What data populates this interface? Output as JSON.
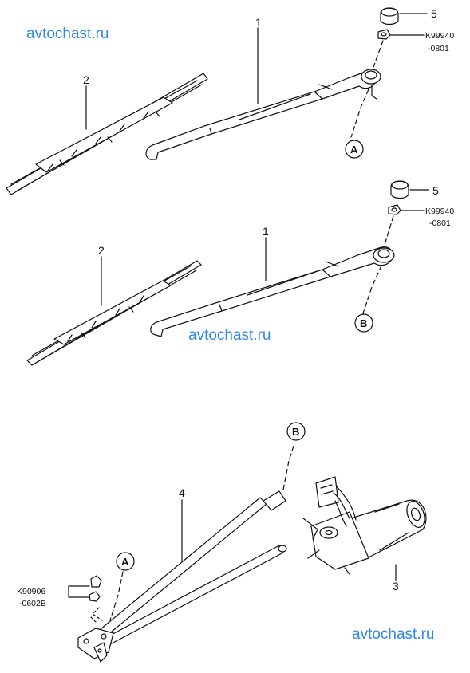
{
  "watermarks": [
    "avtochast.ru",
    "avtochast.ru",
    "avtochast.ru"
  ],
  "callouts": {
    "arm_top": "1",
    "blade_top": "2",
    "cap_top": "5",
    "nut_top_line1": "K99940",
    "nut_top_line2": "-0801",
    "arm_bottom": "1",
    "blade_bottom": "2",
    "cap_bottom": "5",
    "nut_bottom_line1": "K99940",
    "nut_bottom_line2": "-0801",
    "linkage": "4",
    "motor": "3",
    "bolt_line1": "K90906",
    "bolt_line2": "-0602B"
  },
  "connectors": {
    "top_arm": "A",
    "bottom_arm": "B",
    "motor_crank": "B",
    "linkage_pivot": "A"
  },
  "colors": {
    "watermark": "#2f88e6",
    "line": "#111111"
  }
}
